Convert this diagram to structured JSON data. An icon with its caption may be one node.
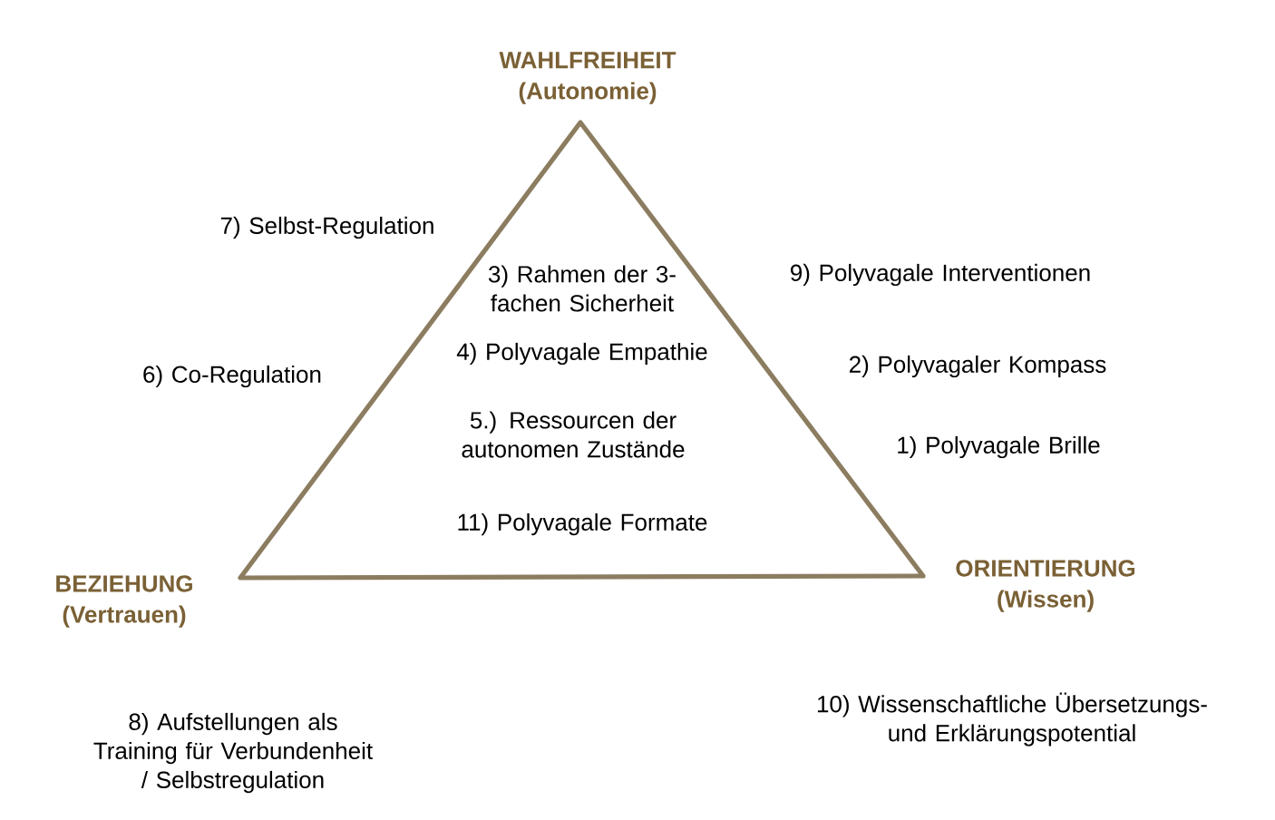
{
  "diagram": {
    "nodes": [
      {
        "text": [
          "3) Rahmen der 3-fachen Sicherheit",
          "4) Polyvagale Empathie",
          "5.) Ressourcen der autonomen Zustände",
          "11) Polyvagale Formate"
        ]
      }
    ],
    "labels": [
      "WAHLFREIHEIT (Autonomie)",
      "7) Selbst-Regulation",
      "9) Polyvagale Interventionen",
      "6) Co-Regulation",
      "2) Polyvagaler Kompass",
      "1) Polyvagale Brille",
      "ORIENTIERUNG (Wissen)",
      "BEZIEHUNG (Vertrauen)",
      "8) Aufstellungen als Training für Verbundenheit / Selbstregulation",
      "10) Wissenschaftliche Übersetzungs- und Erklärungspotential"
    ]
  }
}
